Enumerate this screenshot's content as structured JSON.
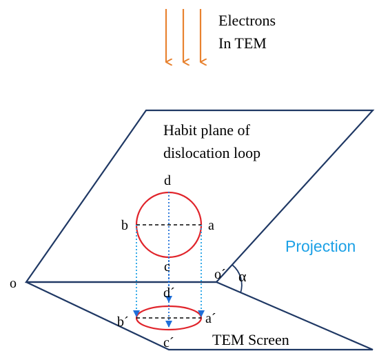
{
  "electrons_line1": "Electrons",
  "electrons_line2": "In TEM",
  "habit_line1": "Habit plane of",
  "habit_line2": "dislocation loop",
  "projection_label": "Projection",
  "screen_label": "TEM Screen",
  "angle_label": "α",
  "points": {
    "a": "a",
    "b": "b",
    "c": "c",
    "d": "d",
    "a_prime": "a´",
    "b_prime": "b´",
    "c_prime": "c´",
    "d_prime": "d´",
    "o": "o",
    "o_prime": "o´"
  },
  "colors": {
    "arrow": "#E8822F",
    "loop": "#E0242B",
    "projection": "#1DA1E6",
    "dash": "#1F6FD9",
    "line": "#1F3864"
  }
}
